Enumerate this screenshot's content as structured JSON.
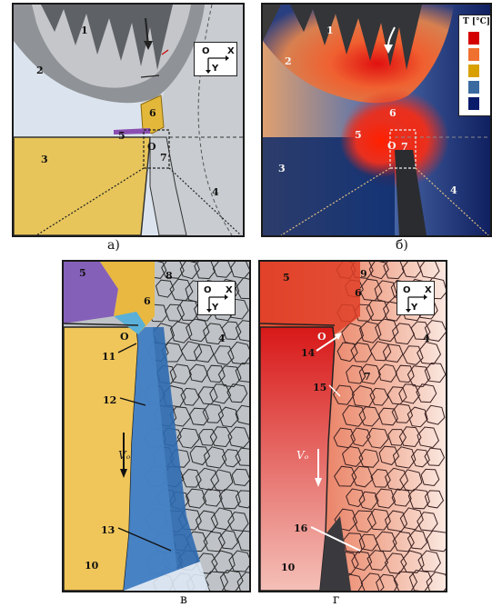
{
  "panels": {
    "a": {
      "caption": "а)",
      "labels": [
        "1",
        "2",
        "3",
        "4",
        "5",
        "6",
        "O",
        "7"
      ],
      "axes": {
        "x": "X",
        "y": "Y",
        "origin": "O"
      }
    },
    "b": {
      "caption": "б)",
      "labels": [
        "1",
        "2",
        "3",
        "4",
        "5",
        "6",
        "O",
        "7"
      ],
      "axes": {
        "x": "X",
        "y": "Y",
        "origin": "O"
      },
      "legend": {
        "title": "T [°C]",
        "colors": [
          "#d40000",
          "#f07030",
          "#d8a000",
          "#3a6aa0",
          "#0a1a6a"
        ]
      }
    },
    "c": {
      "caption": "в",
      "labels": [
        "5",
        "6",
        "8",
        "4",
        "O",
        "11",
        "12",
        "13",
        "10"
      ],
      "axes": {
        "x": "X",
        "y": "Y",
        "origin": "O"
      },
      "velocity": "Vₒ"
    },
    "d": {
      "caption": "г",
      "labels": [
        "5",
        "9",
        "6",
        "4",
        "O",
        "14",
        "7",
        "15",
        "16",
        "10"
      ],
      "axes": {
        "x": "X",
        "y": "Y",
        "origin": "O"
      },
      "velocity": "Vₒ"
    }
  }
}
